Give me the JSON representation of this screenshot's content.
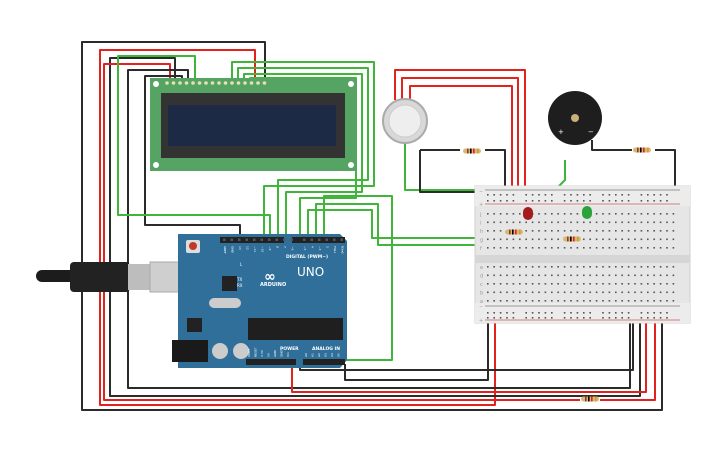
{
  "arduino": {
    "model": "UNO",
    "brand": "ARDUINO",
    "digital_label": "DIGITAL (PWM~)",
    "power_label": "POWER",
    "analog_label": "ANALOG IN",
    "led_labels": [
      "L",
      "TX",
      "RX"
    ],
    "top_pins": [
      "AREF",
      "GND",
      "13",
      "12",
      "~11",
      "~10",
      "~9",
      "8",
      "7",
      "~6",
      "~5",
      "4",
      "~3",
      "2",
      "TX▸1",
      "RX◂0"
    ],
    "power_pins": [
      "IOREF",
      "RESET",
      "3.3V",
      "5V",
      "GND",
      "GND",
      "Vin"
    ],
    "analog_pins": [
      "A0",
      "A1",
      "A2",
      "A3",
      "A4",
      "A5"
    ],
    "board_color": "#2f6f9a"
  },
  "buzzer": {
    "plus": "+",
    "minus": "−"
  },
  "breadboard": {
    "rows_top": [
      "j",
      "i",
      "h",
      "g",
      "f"
    ],
    "rows_bottom": [
      "e",
      "d",
      "c",
      "b",
      "a"
    ],
    "rail_plus": "+",
    "rail_minus": "−"
  },
  "leds": [
    {
      "color": "#b01c1c"
    },
    {
      "color": "#2aa43a"
    }
  ],
  "wire_colors": {
    "black": "#2b2b2b",
    "red": "#e3211d",
    "green": "#3fb53a"
  }
}
